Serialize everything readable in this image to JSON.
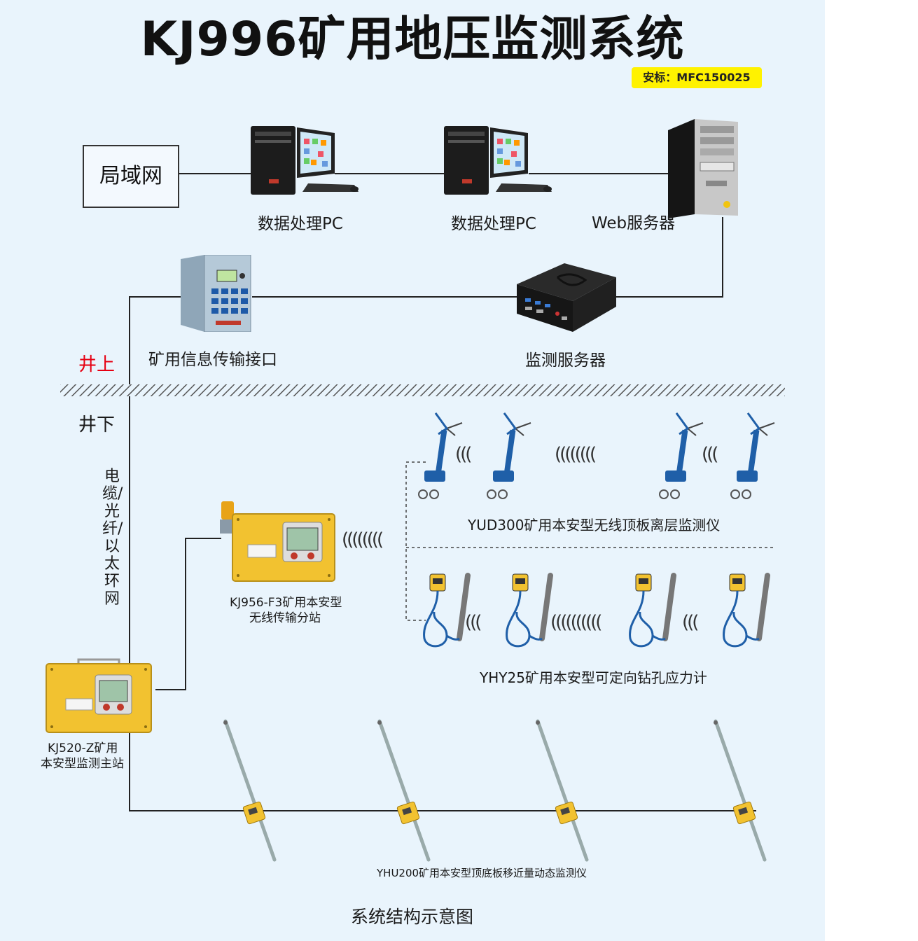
{
  "title": "KJ996矿用地压监测系统",
  "cert_label": "安标：MFC150025",
  "lan_label": "局域网",
  "nodes": {
    "pc1": "数据处理PC",
    "pc2": "数据处理PC",
    "web_server": "Web服务器",
    "interface": "矿用信息传输接口",
    "monitor_server": "监测服务器",
    "substation_line1": "KJ956-F3矿用本安型",
    "substation_line2": "无线传输分站",
    "main_station_line1": "KJ520-Z矿用",
    "main_station_line2": "本安型监测主站",
    "yud": "YUD300矿用本安型无线顶板离层监测仪",
    "yhy": "YHY25矿用本安型可定向钻孔应力计",
    "yhu": "YHU200矿用本安型顶底板移近量动态监测仪"
  },
  "zones": {
    "above": "井上",
    "below": "井下",
    "cable": "电缆/光纤/以太环网"
  },
  "caption": "系统结构示意图",
  "colors": {
    "background": "#e9f4fc",
    "above_label": "#e60012",
    "cert_bg": "#fff200",
    "device_yellow": "#f2c230",
    "sensor_blue": "#1f5fa8"
  }
}
